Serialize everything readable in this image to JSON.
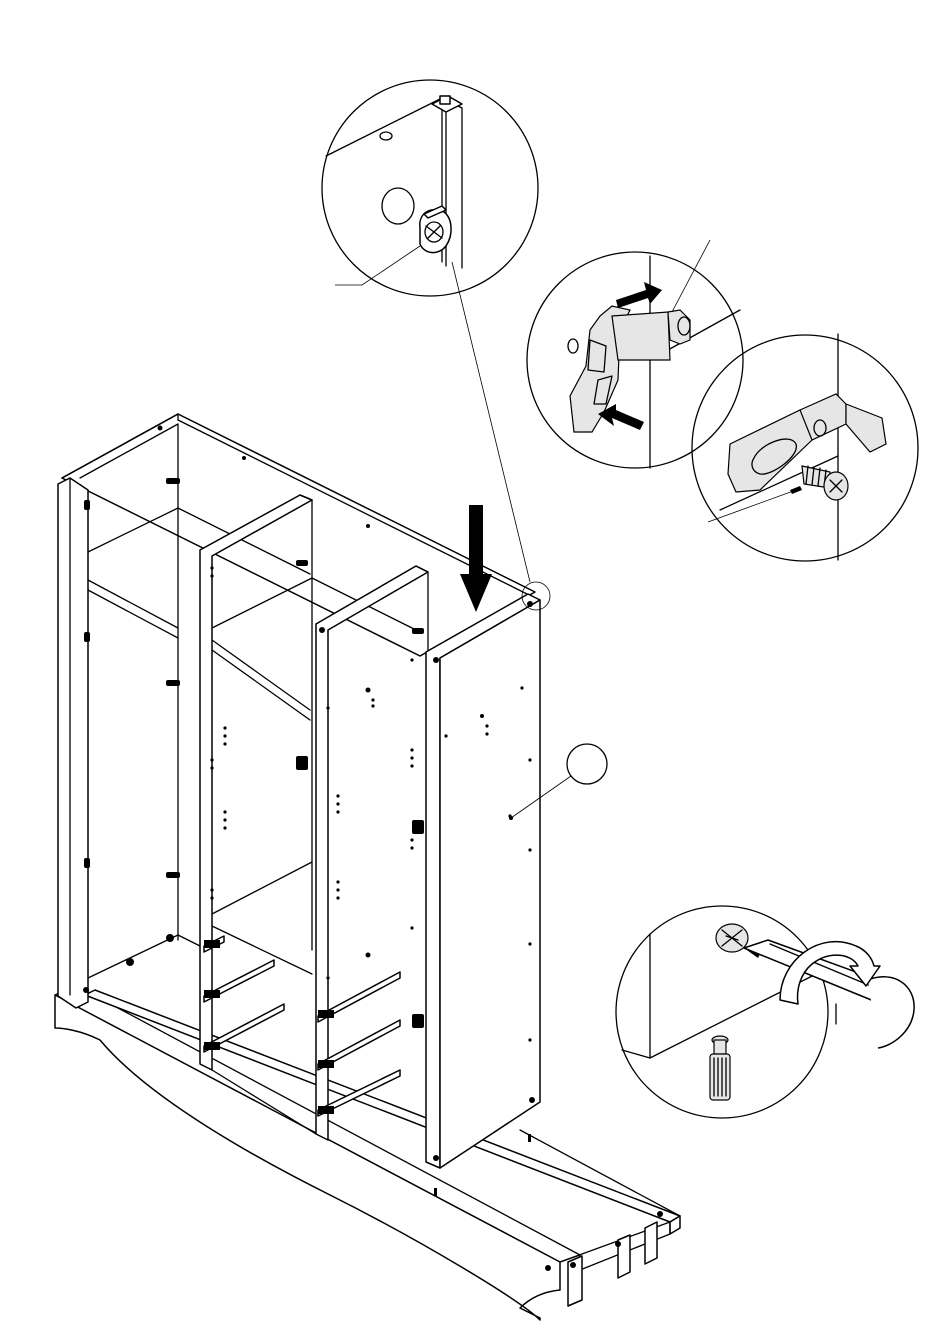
{
  "page": {
    "background": "#ffffff",
    "stroke_color": "#000000"
  },
  "detail_callouts": [
    {
      "id": "cam-lock-detail",
      "icon": "cam-lock-icon"
    },
    {
      "id": "bracket-slide-detail",
      "icon": "bracket-icon"
    },
    {
      "id": "bracket-screw-detail",
      "icon": "screw-icon"
    },
    {
      "id": "cam-screwdriver-detail",
      "icon": "screwdriver-icon"
    }
  ],
  "part_callout": {
    "icon": "part-number-circle-icon",
    "label": ""
  },
  "direction_arrow": {
    "icon": "down-arrow-icon"
  }
}
